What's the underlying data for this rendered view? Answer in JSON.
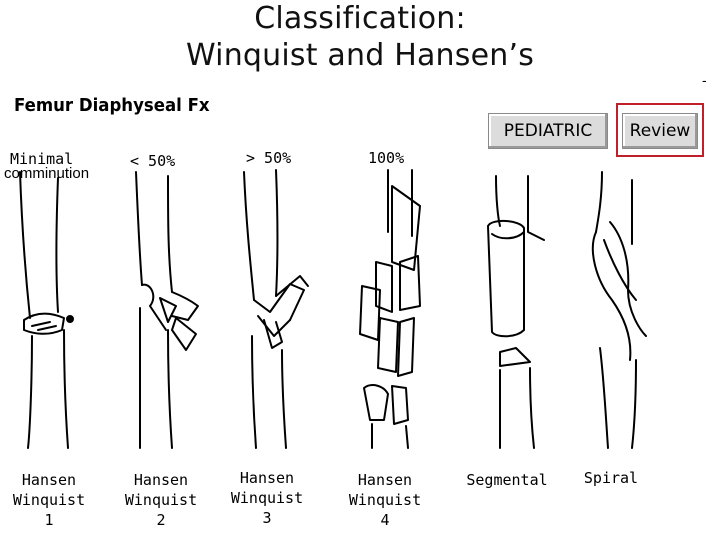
{
  "slide": {
    "title_line1": "Classification:",
    "title_line2": "Winquist and Hansen’s",
    "corner_mark": "-"
  },
  "figure": {
    "title": "Femur Diaphyseal Fx",
    "buttons": {
      "pediatric": "PEDIATRIC",
      "review": "Review"
    },
    "highlight_color": "#c0202a",
    "comminution_labels": {
      "minimal": "Minimal",
      "minimal_overlay": "comminution",
      "lt50": "< 50%",
      "gt50": "> 50%",
      "full": "100%"
    },
    "types": [
      {
        "line1": "Hansen",
        "line2": "Winquist",
        "number": "1"
      },
      {
        "line1": "Hansen",
        "line2": "Winquist",
        "number": "2"
      },
      {
        "line1": "Hansen",
        "line2": "Winquist",
        "number": "3"
      },
      {
        "line1": "Hansen",
        "line2": "Winquist",
        "number": "4"
      },
      {
        "line1": "Segmental",
        "line2": "",
        "number": ""
      },
      {
        "line1": "Spiral",
        "line2": "",
        "number": ""
      }
    ]
  }
}
